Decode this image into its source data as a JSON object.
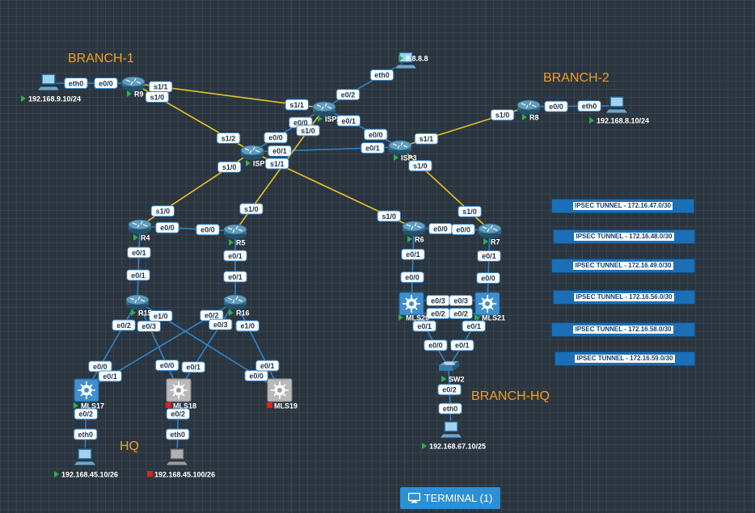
{
  "regions": {
    "branch1": "BRANCH-1",
    "branch2": "BRANCH-2",
    "branch_hq": "BRANCH-HQ",
    "hq": "HQ"
  },
  "nodes": [
    {
      "id": "R9",
      "type": "router",
      "label": "R9",
      "status": "green"
    },
    {
      "id": "ISP2",
      "type": "router",
      "label": "ISP2",
      "status": "green"
    },
    {
      "id": "ISP1",
      "type": "router",
      "label": "ISP1",
      "status": "green"
    },
    {
      "id": "ISP3",
      "type": "router",
      "label": "ISP3",
      "status": "green"
    },
    {
      "id": "R8",
      "type": "router",
      "label": "R8",
      "status": "green"
    },
    {
      "id": "R4",
      "type": "router",
      "label": "R4",
      "status": "green"
    },
    {
      "id": "R5",
      "type": "router",
      "label": "R5",
      "status": "green"
    },
    {
      "id": "R6",
      "type": "router",
      "label": "R6",
      "status": "green"
    },
    {
      "id": "R7",
      "type": "router",
      "label": "R7",
      "status": "green"
    },
    {
      "id": "R15",
      "type": "router",
      "label": "R15",
      "status": "green"
    },
    {
      "id": "R16",
      "type": "router",
      "label": "R16",
      "status": "green"
    },
    {
      "id": "MLS20",
      "type": "mls",
      "label": "MLS20",
      "status": "green"
    },
    {
      "id": "MLS21",
      "type": "mls",
      "label": "MLS21",
      "status": "green"
    },
    {
      "id": "SW2",
      "type": "switch",
      "label": "SW2",
      "status": "green"
    },
    {
      "id": "MLS17",
      "type": "mls",
      "label": "MLS17",
      "status": "green"
    },
    {
      "id": "MLS18",
      "type": "mls-off",
      "label": "MLS18",
      "status": "red"
    },
    {
      "id": "MLS19",
      "type": "mls-off",
      "label": "MLS19",
      "status": "red"
    },
    {
      "id": "PC_B1",
      "type": "pc",
      "label": "192.168.9.10/24",
      "status": "green"
    },
    {
      "id": "PC_DNS",
      "type": "pc",
      "label": "8.8.8.8",
      "status": "green"
    },
    {
      "id": "PC_B2",
      "type": "pc",
      "label": "192.168.8.10/24",
      "status": "green"
    },
    {
      "id": "PC_BHQ",
      "type": "pc",
      "label": "192.168.67.10/25",
      "status": "green"
    },
    {
      "id": "PC_HQ1",
      "type": "pc",
      "label": "192.168.45.10/26",
      "status": "green"
    },
    {
      "id": "PC_HQ2",
      "type": "pc-off",
      "label": "192.168.45.100/26",
      "status": "red"
    }
  ],
  "links": [
    {
      "a": "PC_B1",
      "b": "R9",
      "kind": "eth",
      "la": "eth0",
      "lb": "e0/0"
    },
    {
      "a": "R9",
      "b": "ISP2",
      "kind": "serial",
      "la": "s1/1",
      "lb": "s1/1"
    },
    {
      "a": "R9",
      "b": "ISP1",
      "kind": "serial",
      "la": "s1/0",
      "lb": "s1/2"
    },
    {
      "a": "ISP2",
      "b": "PC_DNS",
      "kind": "eth",
      "la": "e0/2",
      "lb": "eth0"
    },
    {
      "a": "ISP2",
      "b": "ISP1",
      "kind": "eth",
      "la": "e0/0",
      "lb": "e0/0"
    },
    {
      "a": "ISP2",
      "b": "ISP3",
      "kind": "eth",
      "la": "e0/1",
      "lb": "e0/0"
    },
    {
      "a": "ISP1",
      "b": "ISP3",
      "kind": "eth",
      "la": "e0/1",
      "lb": "e0/1"
    },
    {
      "a": "ISP2",
      "b": "R5",
      "kind": "serial",
      "la": "s1/0",
      "lb": "s1/0"
    },
    {
      "a": "ISP1",
      "b": "R4",
      "kind": "serial",
      "la": "s1/0",
      "lb": "s1/0"
    },
    {
      "a": "ISP1",
      "b": "R6",
      "kind": "serial",
      "la": "s1/1",
      "lb": "s1/0"
    },
    {
      "a": "ISP3",
      "b": "R8",
      "kind": "serial",
      "la": "s1/1",
      "lb": "s1/0"
    },
    {
      "a": "ISP3",
      "b": "R7",
      "kind": "serial",
      "la": "s1/0",
      "lb": "s1/0"
    },
    {
      "a": "R8",
      "b": "PC_B2",
      "kind": "eth",
      "la": "e0/0",
      "lb": "eth0"
    },
    {
      "a": "R4",
      "b": "R5",
      "kind": "eth",
      "la": "e0/0",
      "lb": "e0/0"
    },
    {
      "a": "R6",
      "b": "R7",
      "kind": "eth",
      "la": "e0/0",
      "lb": "e0/0"
    },
    {
      "a": "R4",
      "b": "R15",
      "kind": "eth",
      "la": "e0/1",
      "lb": "e0/1"
    },
    {
      "a": "R5",
      "b": "R16",
      "kind": "eth",
      "la": "e0/1",
      "lb": "e0/1"
    },
    {
      "a": "R6",
      "b": "MLS20",
      "kind": "eth",
      "la": "e0/1",
      "lb": "e0/0"
    },
    {
      "a": "R7",
      "b": "MLS21",
      "kind": "eth",
      "la": "e0/1",
      "lb": "e0/0"
    },
    {
      "a": "MLS20",
      "b": "MLS21",
      "kind": "eth",
      "la": "e0/3",
      "lb": "e0/3"
    },
    {
      "a": "MLS20",
      "b": "MLS21",
      "kind": "eth2",
      "la": "e0/2",
      "lb": "e0/2"
    },
    {
      "a": "MLS20",
      "b": "SW2",
      "kind": "eth",
      "la": "e0/1",
      "lb": "e0/0"
    },
    {
      "a": "MLS21",
      "b": "SW2",
      "kind": "eth",
      "la": "e0/1",
      "lb": "e0/1"
    },
    {
      "a": "SW2",
      "b": "PC_BHQ",
      "kind": "eth",
      "la": "e0/2",
      "lb": "eth0"
    },
    {
      "a": "R15",
      "b": "MLS17",
      "kind": "eth",
      "la": "e0/2",
      "lb": "e0/0"
    },
    {
      "a": "R15",
      "b": "MLS18",
      "kind": "eth",
      "la": "e0/3",
      "lb": "e0/0"
    },
    {
      "a": "R15",
      "b": "MLS19",
      "kind": "eth",
      "la": "e1/0",
      "lb": "e0/0"
    },
    {
      "a": "R16",
      "b": "MLS17",
      "kind": "eth",
      "la": "e0/2",
      "lb": "e0/1"
    },
    {
      "a": "R16",
      "b": "MLS18",
      "kind": "eth",
      "la": "e0/3",
      "lb": "e0/1"
    },
    {
      "a": "R16",
      "b": "MLS19",
      "kind": "eth",
      "la": "e1/0",
      "lb": "e0/1"
    },
    {
      "a": "MLS17",
      "b": "PC_HQ1",
      "kind": "eth",
      "la": "e0/2",
      "lb": "eth0"
    },
    {
      "a": "MLS18",
      "b": "PC_HQ2",
      "kind": "eth",
      "la": "e0/2",
      "lb": "eth0"
    }
  ],
  "tunnels": [
    "IPSEC TUNNEL - 172.16.47.0/30",
    "IPSEC TUNNEL - 172.16.48.0/30",
    "IPSEC TUNNEL - 172.16.49.0/30",
    "IPSEC TUNNEL - 172.16.56.0/30",
    "IPSEC TUNNEL - 172.16.58.0/30",
    "IPSEC TUNNEL - 172.16.59.0/30"
  ],
  "terminal": {
    "label": "TERMINAL (1)",
    "icon": "monitor-icon"
  },
  "colors": {
    "serial": "#e8c32a",
    "eth": "#2f84c9",
    "status_up": "#2bb24c",
    "status_down": "#e0201b",
    "region": "#f0a020"
  }
}
